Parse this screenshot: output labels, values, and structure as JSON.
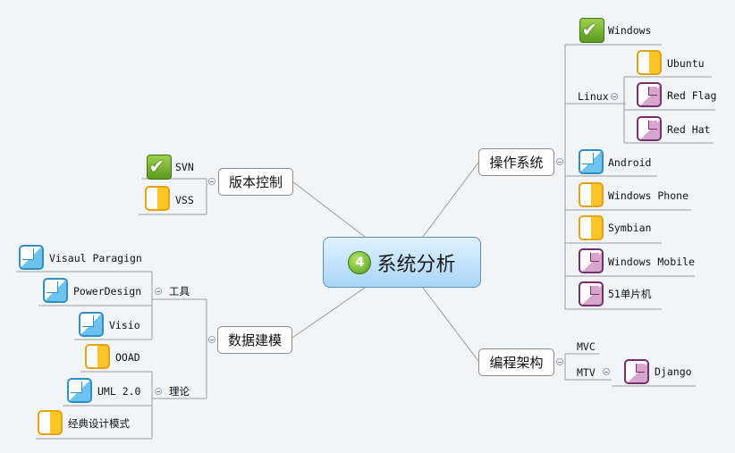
{
  "root": {
    "label": "系统分析",
    "badge": "4"
  },
  "branches": {
    "os": {
      "label": "操作系统"
    },
    "arch": {
      "label": "编程架构"
    },
    "vcs": {
      "label": "版本控制"
    },
    "model": {
      "label": "数据建模"
    }
  },
  "os": {
    "windows": "Windows",
    "linux": "Linux",
    "ubuntu": "Ubuntu",
    "redflag": "Red Flag",
    "redhat": "Red Hat",
    "android": "Android",
    "winphone": "Windows Phone",
    "symbian": "Symbian",
    "winmobile": "Windows Mobile",
    "mcu": "51单片机"
  },
  "arch": {
    "mvc": "MVC",
    "mtv": "MTV",
    "django": "Django"
  },
  "vcs": {
    "svn": "SVN",
    "vss": "VSS"
  },
  "model": {
    "tools": "工具",
    "theory": "理论",
    "paragign": "Visaul Paragign",
    "powerdesign": "PowerDesign",
    "visio": "Visio",
    "ooad": "OOAD",
    "uml": "UML 2.0",
    "patterns": "经典设计模式"
  }
}
